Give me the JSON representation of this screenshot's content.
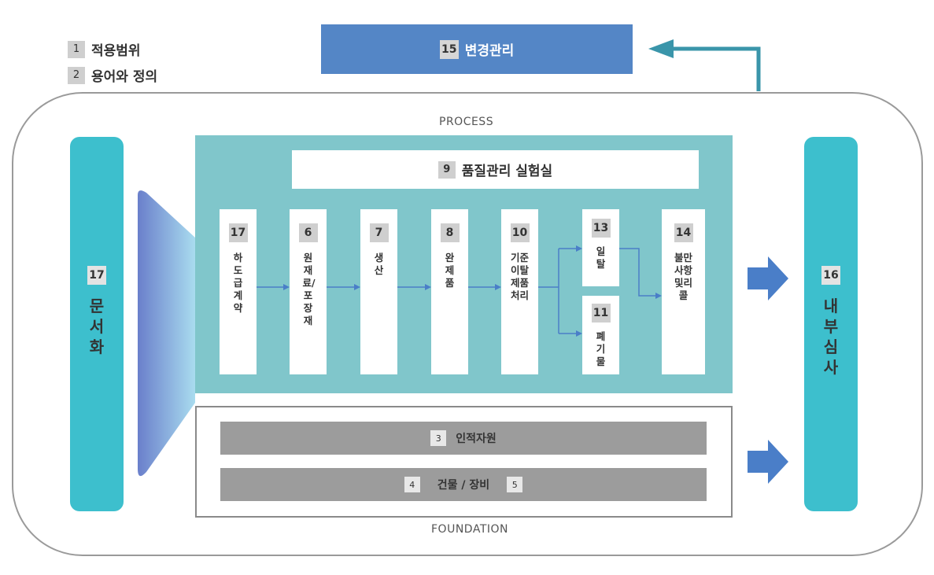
{
  "legend": [
    {
      "num": "1",
      "label": "적용범위"
    },
    {
      "num": "2",
      "label": "용어와 정의"
    }
  ],
  "change_management": {
    "num": "15",
    "label": "변경관리"
  },
  "captions": {
    "process": "PROCESS",
    "foundation": "FOUNDATION"
  },
  "left_pillar": {
    "num": "17",
    "label": "문서화"
  },
  "right_pillar": {
    "num": "16",
    "label": "내부심사"
  },
  "quality_lab": {
    "num": "9",
    "label": "품질관리 실험실"
  },
  "process_steps": [
    {
      "num": "17",
      "label": "하도급계약"
    },
    {
      "num": "6",
      "label": "원재료/포장재"
    },
    {
      "num": "7",
      "label": "생산"
    },
    {
      "num": "8",
      "label": "완제품"
    },
    {
      "num": "10",
      "label": "기준이탈제품처리"
    },
    {
      "num": "13",
      "label": "일탈"
    },
    {
      "num": "11",
      "label": "폐기물"
    },
    {
      "num": "14",
      "label": "불만사항및리콜"
    }
  ],
  "foundation": {
    "hr": {
      "num": "3",
      "label": "인적자원"
    },
    "facility": {
      "num_left": "4",
      "label": "건물 / 장비",
      "num_right": "5"
    }
  },
  "colors": {
    "change_box": "#5486c6",
    "pillar": "#3dbfcd",
    "process_area": "#80c6cb",
    "arrow_blue": "#4a7ec8",
    "feedback_arrow": "#3a95aa",
    "foundation_bar": "#9c9c9c",
    "frame": "#9a9a9a"
  }
}
